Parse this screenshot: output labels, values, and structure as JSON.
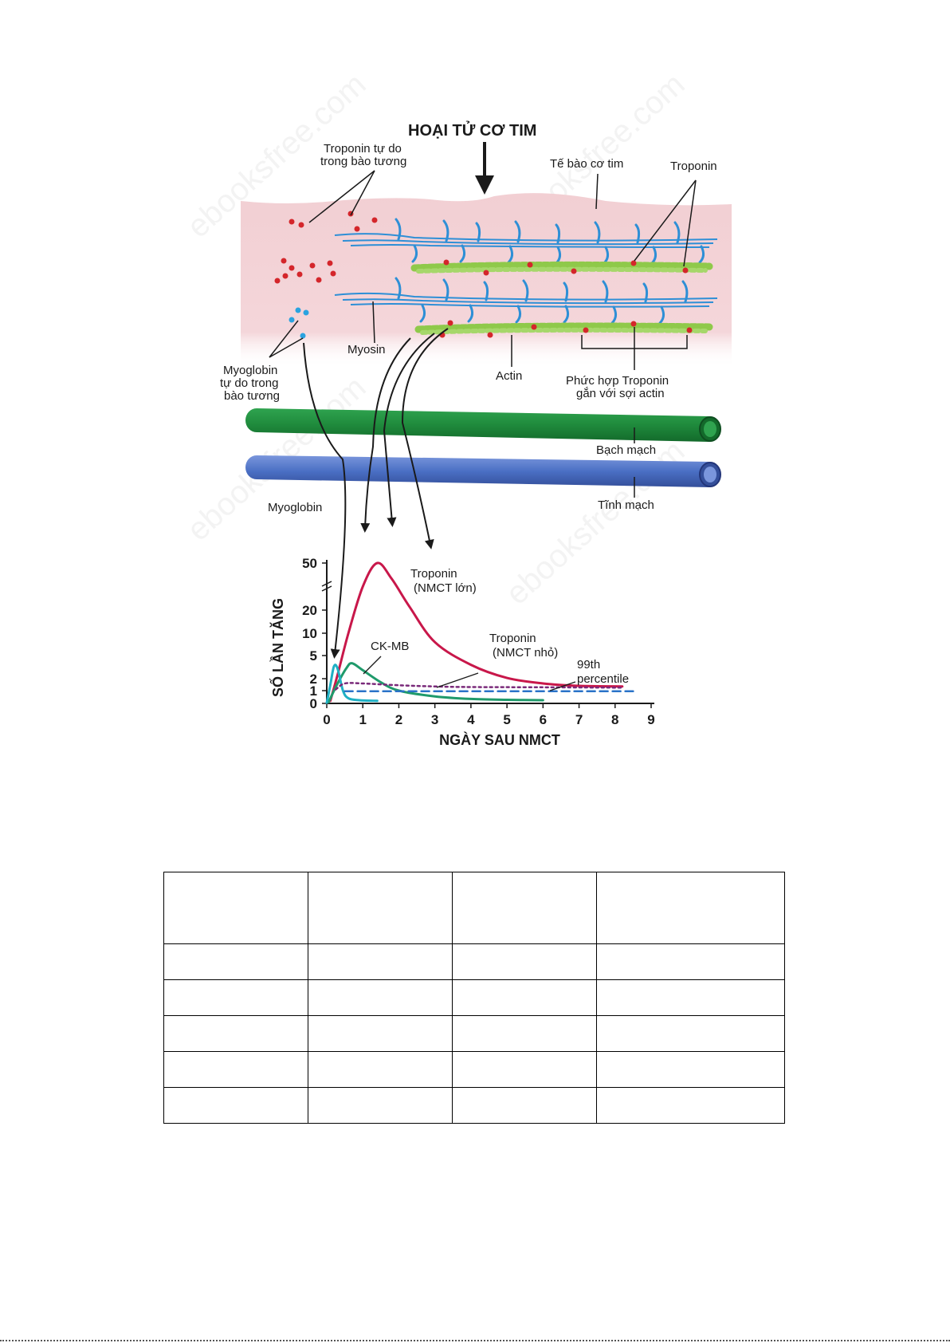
{
  "diagram": {
    "title": "HOẠI TỬ CƠ TIM",
    "labels": {
      "troponin_free_1": "Troponin tự do",
      "troponin_free_2": "trong bào tương",
      "myocyte": "Tế bào cơ tim",
      "troponin": "Troponin",
      "myosin": "Myosin",
      "actin": "Actin",
      "complex_1": "Phức hợp Troponin",
      "complex_2": "gắn với sợi actin",
      "myoglobin_free_1": "Myoglobin",
      "myoglobin_free_2": "tự do trong",
      "myoglobin_free_3": "bào tương",
      "lymph": "Bạch mạch",
      "vein": "Tĩnh mạch",
      "myoglobin": "Myoglobin"
    },
    "watermark": "ebooksfree.com",
    "colors": {
      "tissue": "#f2cfd3",
      "myosin": "#2e8fd6",
      "actin": "#8fc94a",
      "troponin_dot": "#d4262b",
      "myoglobin_dot": "#2aa3e0",
      "lymph_vessel": "#1f8a3c",
      "vein_vessel": "#4a6fc4"
    }
  },
  "chart_data": {
    "type": "line",
    "xlabel": "NGÀY SAU NMCT",
    "ylabel": "SỐ LẦN TĂNG",
    "x_ticks": [
      0,
      1,
      2,
      3,
      4,
      5,
      6,
      7,
      8,
      9
    ],
    "y_ticks": [
      "0",
      "1",
      "2",
      "5",
      "10",
      "20",
      "50"
    ],
    "xlim": [
      0,
      9
    ],
    "axis_break": true,
    "series": [
      {
        "name": "Troponin (NMCT lớn)",
        "label_lines": [
          "Troponin",
          "(NMCT lớn)"
        ],
        "color": "#c8174a",
        "style": "solid",
        "points": [
          [
            0.1,
            0.2
          ],
          [
            0.3,
            2.5
          ],
          [
            0.6,
            10
          ],
          [
            1.0,
            35
          ],
          [
            1.4,
            50
          ],
          [
            1.8,
            40
          ],
          [
            2.3,
            22
          ],
          [
            3.0,
            8
          ],
          [
            4.0,
            3.8
          ],
          [
            5.0,
            2.1
          ],
          [
            6.0,
            1.6
          ],
          [
            7.0,
            1.4
          ],
          [
            8.2,
            1.35
          ]
        ]
      },
      {
        "name": "CK-MB",
        "label_lines": [
          "CK-MB"
        ],
        "color": "#1f9a6b",
        "style": "solid",
        "points": [
          [
            0.05,
            0.1
          ],
          [
            0.3,
            1.6
          ],
          [
            0.55,
            3.4
          ],
          [
            0.7,
            4.0
          ],
          [
            1.0,
            3.1
          ],
          [
            1.5,
            1.7
          ],
          [
            2.0,
            1.0
          ],
          [
            3.0,
            0.55
          ],
          [
            4.0,
            0.35
          ],
          [
            5.0,
            0.28
          ],
          [
            6.0,
            0.25
          ]
        ]
      },
      {
        "name": "Myoglobin",
        "label_lines": [],
        "color": "#1fb0c4",
        "style": "solid",
        "points": [
          [
            0.0,
            0.05
          ],
          [
            0.1,
            1.5
          ],
          [
            0.2,
            3.6
          ],
          [
            0.3,
            3.3
          ],
          [
            0.45,
            1.0
          ],
          [
            0.6,
            0.4
          ],
          [
            0.9,
            0.25
          ],
          [
            1.4,
            0.2
          ]
        ]
      },
      {
        "name": "Troponin (NMCT nhỏ)",
        "label_lines": [
          "Troponin",
          "(NMCT nhỏ)"
        ],
        "color": "#7a2a7a",
        "style": "dotted",
        "points": [
          [
            0.25,
            1.1
          ],
          [
            0.5,
            1.6
          ],
          [
            1.0,
            1.6
          ],
          [
            2.0,
            1.45
          ],
          [
            3.0,
            1.35
          ],
          [
            4.0,
            1.3
          ],
          [
            6.0,
            1.28
          ],
          [
            8.2,
            1.25
          ]
        ]
      },
      {
        "name": "99th percentile",
        "label_lines": [
          "99th",
          "percentile"
        ],
        "color": "#2a73c8",
        "style": "dashed",
        "points": [
          [
            0.5,
            0.95
          ],
          [
            8.5,
            0.95
          ]
        ]
      }
    ]
  }
}
